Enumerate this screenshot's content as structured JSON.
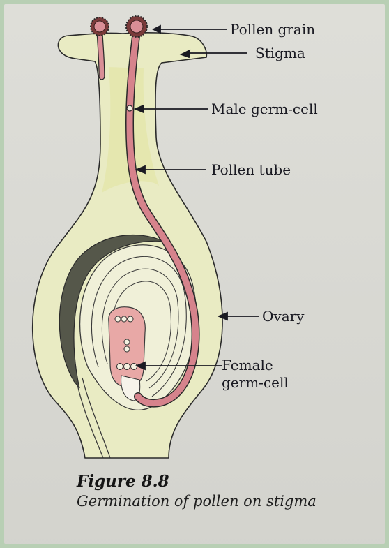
{
  "labels": {
    "pollen_grain": "Pollen grain",
    "stigma": "Stigma",
    "male_germ_cell": "Male germ-cell",
    "pollen_tube": "Pollen tube",
    "ovary": "Ovary",
    "female_germ_cell_line1": "Female",
    "female_germ_cell_line2": "germ-cell"
  },
  "caption": {
    "figure": "Figure 8.8",
    "description": "Germination of pollen on stigma"
  },
  "colors": {
    "pistil_fill": "#e9ebc3",
    "pollen_tube": "#d6838c",
    "embryo_sac": "#e8a8a6",
    "pollen_grain": "#7a3a3a",
    "frame_border": "#b8cfb4"
  }
}
